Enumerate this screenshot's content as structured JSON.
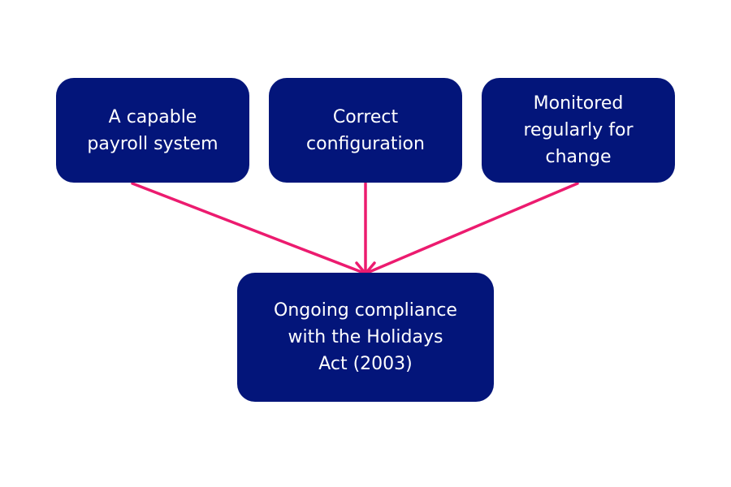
{
  "colors": {
    "box_fill": "#03157a",
    "box_text": "#ffffff",
    "arrow": "#ec1b6f",
    "background": "#ffffff"
  },
  "nodes": {
    "capable_payroll": "A capable\npayroll system",
    "correct_configuration": "Correct\nconfiguration",
    "monitored_regularly": "Monitored\nregularly for\nchange",
    "ongoing_compliance": "Ongoing compliance\nwith the Holidays\nAct (2003)"
  },
  "edges": [
    {
      "from": "capable_payroll",
      "to": "ongoing_compliance"
    },
    {
      "from": "correct_configuration",
      "to": "ongoing_compliance"
    },
    {
      "from": "monitored_regularly",
      "to": "ongoing_compliance"
    }
  ]
}
